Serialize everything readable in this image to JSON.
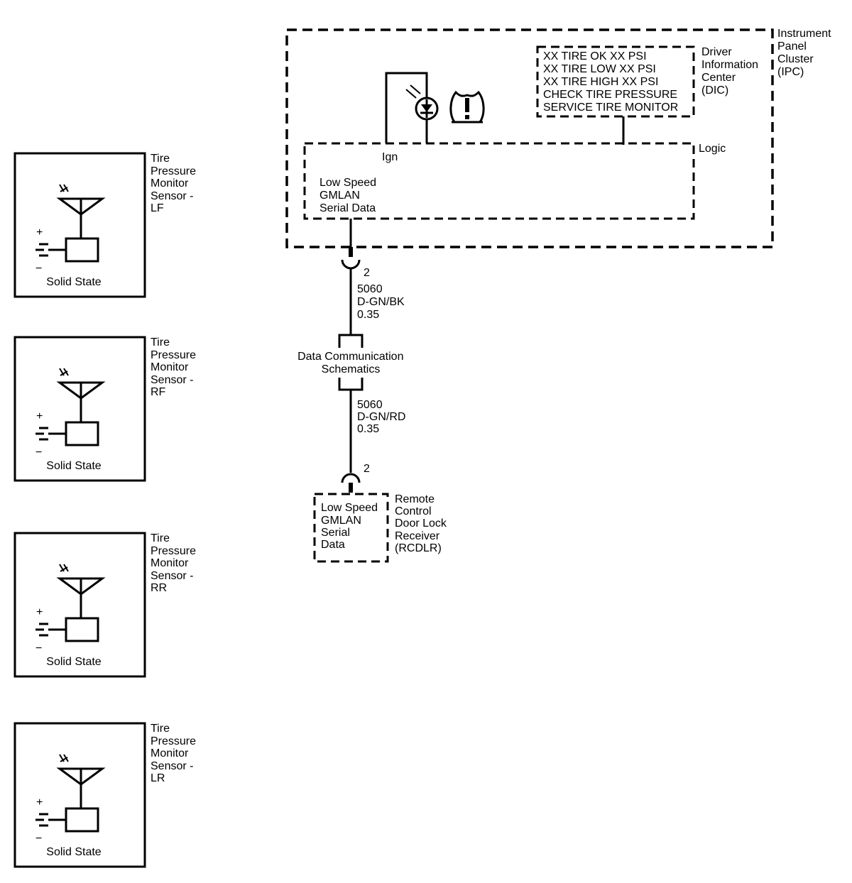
{
  "ipc": {
    "label": [
      "Instrument",
      "Panel",
      "Cluster",
      "(IPC)"
    ],
    "dic": {
      "messages": [
        "XX TIRE OK XX PSI",
        "XX TIRE LOW XX PSI",
        "XX TIRE HIGH XX PSI",
        "CHECK TIRE PRESSURE",
        "SERVICE TIRE MONITOR"
      ],
      "label": [
        "Driver",
        "Information",
        "Center",
        "(DIC)"
      ]
    },
    "logic": {
      "label": "Logic",
      "ign_label": "Ign",
      "serial_label": [
        "Low Speed",
        "GMLAN",
        "Serial Data"
      ]
    }
  },
  "connector_top": {
    "pin": "2"
  },
  "wire_upper": [
    "5060",
    "D-GN/BK",
    "0.35"
  ],
  "splice": {
    "label": [
      "Data Communication",
      "Schematics"
    ]
  },
  "wire_lower": [
    "5060",
    "D-GN/RD",
    "0.35"
  ],
  "connector_bottom": {
    "pin": "2"
  },
  "rcdlr": {
    "serial_label": [
      "Low Speed",
      "GMLAN",
      "Serial",
      "Data"
    ],
    "label": [
      "Remote",
      "Control",
      "Door Lock",
      "Receiver",
      "(RCDLR)"
    ]
  },
  "sensors": [
    {
      "label": [
        "Tire",
        "Pressure",
        "Monitor",
        "Sensor -",
        "LF"
      ],
      "caption": "Solid State",
      "plus": "+",
      "minus": "−"
    },
    {
      "label": [
        "Tire",
        "Pressure",
        "Monitor",
        "Sensor -",
        "RF"
      ],
      "caption": "Solid State",
      "plus": "+",
      "minus": "−"
    },
    {
      "label": [
        "Tire",
        "Pressure",
        "Monitor",
        "Sensor -",
        "RR"
      ],
      "caption": "Solid State",
      "plus": "+",
      "minus": "−"
    },
    {
      "label": [
        "Tire",
        "Pressure",
        "Monitor",
        "Sensor -",
        "LR"
      ],
      "caption": "Solid State",
      "plus": "+",
      "minus": "−"
    }
  ]
}
